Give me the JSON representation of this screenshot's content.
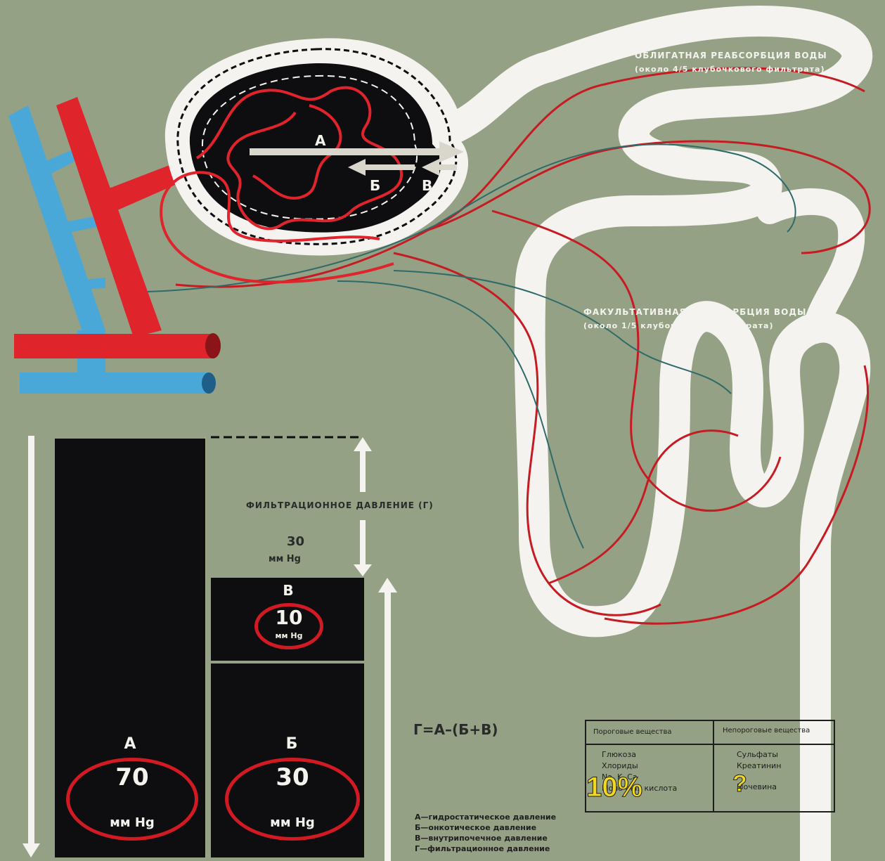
{
  "labels": {
    "A": "А",
    "B": "Б",
    "V": "В"
  },
  "reabsorption": {
    "obligate_title": "ОБЛИГАТНАЯ РЕАБСОРБЦИЯ ВОДЫ",
    "obligate_note": "(около 4/5 клубочкового фильтрата)",
    "facultative_title": "ФАКУЛЬТАТИВНАЯ РЕАБСОРБЦИЯ ВОДЫ",
    "facultative_note": "(около 1/5 клубочкового фильтрата)"
  },
  "pressure": {
    "filtration_label": "ФИЛЬТРАЦИОННОЕ ДАВЛЕНИЕ (Г)",
    "filtration_value": "30",
    "filtration_unit": "мм Hg",
    "A": {
      "letter": "А",
      "value": "70",
      "unit": "мм Hg"
    },
    "B": {
      "letter": "Б",
      "value": "30",
      "unit": "мм Hg"
    },
    "V": {
      "letter": "В",
      "value": "10",
      "unit": "мм Hg"
    },
    "formula": "Г=А–(Б+В)"
  },
  "legend": [
    "А—гидростатическое давление",
    "Б—онкотическое давление",
    "В—внутрипочечное давление",
    "Г—фильтрационное давление"
  ],
  "substances": {
    "threshold_header": "Пороговые вещества",
    "nonthreshold_header": "Непороговые вещества",
    "threshold_items": [
      "Глюкоза",
      "Хлориды",
      "Na, K, Ca",
      "Молочная кислота"
    ],
    "nonthreshold_items": [
      "Сульфаты",
      "Креатинин",
      "Мочевина"
    ],
    "overlay_left": "10%",
    "overlay_right": "?"
  },
  "colors": {
    "background": "#94a184",
    "artery": "#e0242c",
    "vein": "#4aa8d8",
    "capsule": "#0e0e10",
    "tubule": "#f4f3f0"
  }
}
